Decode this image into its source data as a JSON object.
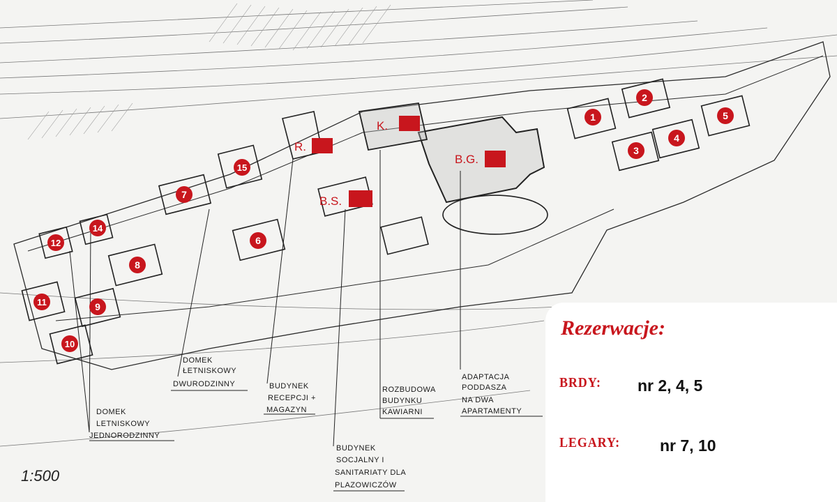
{
  "markers": [
    {
      "id": "m1",
      "label": "1"
    },
    {
      "id": "m2",
      "label": "2"
    },
    {
      "id": "m3",
      "label": "3"
    },
    {
      "id": "m4",
      "label": "4"
    },
    {
      "id": "m5",
      "label": "5"
    },
    {
      "id": "m6",
      "label": "6"
    },
    {
      "id": "m7",
      "label": "7"
    },
    {
      "id": "m8",
      "label": "8"
    },
    {
      "id": "m9",
      "label": "9"
    },
    {
      "id": "m10",
      "label": "10"
    },
    {
      "id": "m11",
      "label": "11"
    },
    {
      "id": "m12",
      "label": "12"
    },
    {
      "id": "m14",
      "label": "14"
    },
    {
      "id": "m15",
      "label": "15"
    }
  ],
  "buildings": [
    {
      "id": "k",
      "label": "K."
    },
    {
      "id": "r",
      "label": "R."
    },
    {
      "id": "bg",
      "label": "B.G."
    },
    {
      "id": "bs",
      "label": "B.S."
    }
  ],
  "labels": {
    "domek_dwu": [
      "DOMEK",
      "ŁETNISKOWY",
      "DWURODZINNY"
    ],
    "recepcja": [
      "BUDYNEK",
      "RECEPCJI +",
      "MAGAZYN"
    ],
    "kawiarnia": [
      "ROZBUDOWA",
      "BUDYNKU",
      "KAWIARNI"
    ],
    "apartamenty": [
      "ADAPTACJA",
      "PODDASZA",
      "NA DWA",
      "APARTAMENTY"
    ],
    "domek_jedno": [
      "DOMEK",
      "LETNISKOWY",
      "JEDNORODZINNY"
    ],
    "socjalny": [
      "BUDYNEK",
      "SOCJALNY I",
      "SANITARIATY DLA",
      "PLAZOWICZÓW"
    ]
  },
  "scale": "1:500",
  "reservations": {
    "title": "Rezerwacje:",
    "rows": [
      {
        "name": "BRDY:",
        "numbers": "nr 2, 4, 5"
      },
      {
        "name": "LEGARY:",
        "numbers": "nr 7, 10"
      }
    ]
  },
  "colors": {
    "accent": "#c8161d",
    "line": "#2a2a2a",
    "paper": "#f4f4f2"
  }
}
